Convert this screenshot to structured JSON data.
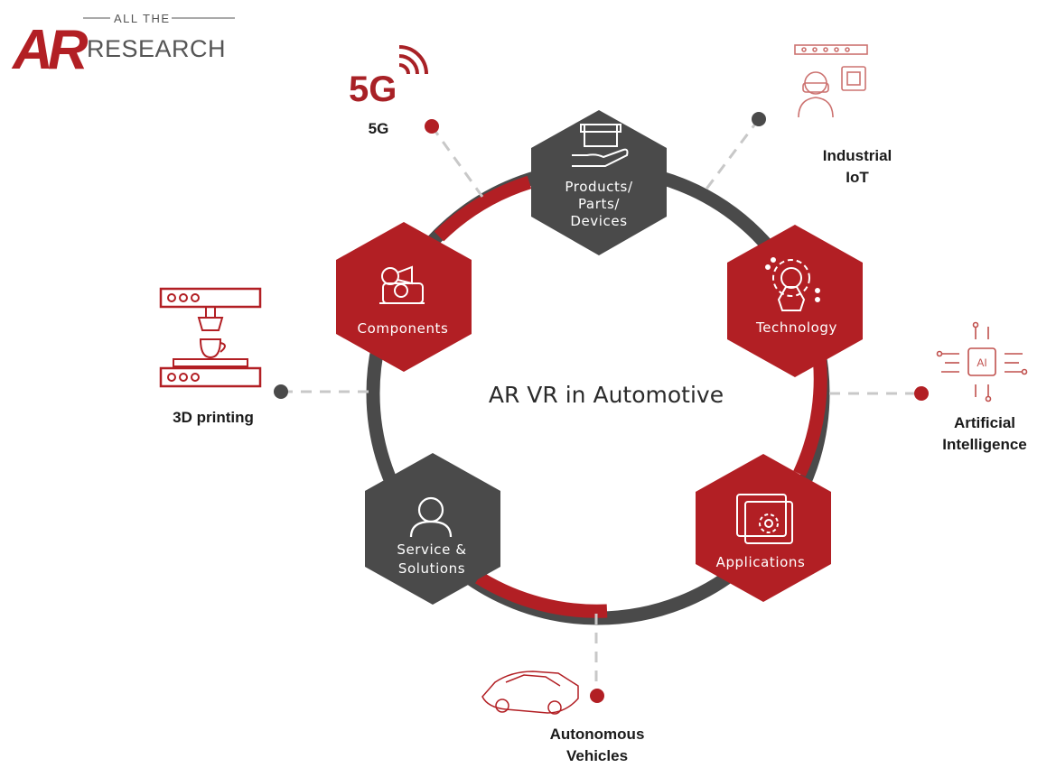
{
  "logo": {
    "mark": "AR",
    "tagline": "ALL THE",
    "name": "RESEARCH"
  },
  "center_title": "AR VR in Automotive",
  "hexagons": {
    "products": [
      "Products/",
      "Parts/",
      "Devices"
    ],
    "technology": [
      "Technology"
    ],
    "applications": [
      "Applications"
    ],
    "service": [
      "Service &",
      "Solutions"
    ],
    "components": [
      "Components"
    ]
  },
  "technologies": {
    "fiveg_icon_text": "5G",
    "fiveg": [
      "5G"
    ],
    "iiot": [
      "Industrial",
      "IoT"
    ],
    "ai_icon_text": "AI",
    "ai": [
      "Artificial",
      "Intelligence"
    ],
    "autonomous": [
      "Autonomous",
      "Vehicles"
    ],
    "printing": [
      "3D printing"
    ]
  },
  "colors": {
    "red": "#b21f24",
    "dark": "#4a4a4a",
    "gray_line": "#c8c8c8"
  },
  "icons": {
    "logo": "ar-logo-icon",
    "products": "package-in-hand-icon",
    "technology": "gear-wrench-icon",
    "applications": "app-window-gear-icon",
    "service": "person-icon",
    "components": "gear-chip-icon",
    "fiveg": "5g-signal-icon",
    "iiot": "vr-headset-chip-icon",
    "ai": "ai-chip-icon",
    "autonomous": "sports-car-icon",
    "printing": "3d-printer-icon"
  }
}
